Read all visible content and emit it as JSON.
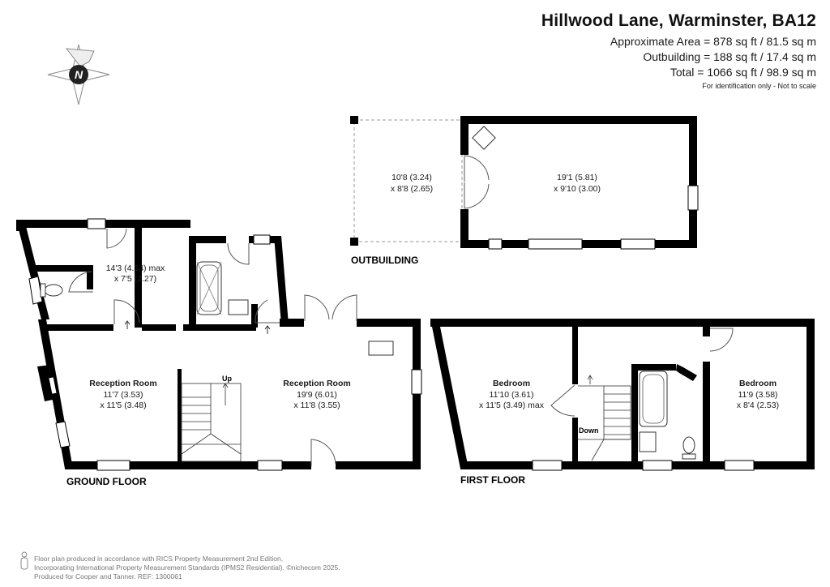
{
  "header": {
    "title": "Hillwood Lane, Warminster, BA12",
    "area_approx": "Approximate Area = 878 sq ft / 81.5 sq m",
    "area_outbuilding": "Outbuilding = 188 sq ft / 17.4 sq m",
    "area_total": "Total = 1066 sq ft / 98.9 sq m",
    "disclaimer": "For identification only - Not to scale"
  },
  "compass": {
    "letter": "N",
    "icon": "compass-icon"
  },
  "outbuilding": {
    "label": "OUTBUILDING",
    "left_dim_1": "10'8 (3.24)",
    "left_dim_2": "x 8'8 (2.65)",
    "main_dim_1": "19'1 (5.81)",
    "main_dim_2": "x 9'10 (3.00)"
  },
  "ground_floor": {
    "label": "GROUND FLOOR",
    "utility_dim_1": "14'3 (4.34) max",
    "utility_dim_2": "x 7'5 (2.27)",
    "reception1_name": "Reception Room",
    "reception1_dim_1": "11'7 (3.53)",
    "reception1_dim_2": "x 11'5 (3.48)",
    "reception2_name": "Reception Room",
    "reception2_dim_1": "19'9 (6.01)",
    "reception2_dim_2": "x 11'8 (3.55)",
    "stairs_label": "Up"
  },
  "first_floor": {
    "label": "FIRST FLOOR",
    "bedroom1_name": "Bedroom",
    "bedroom1_dim_1": "11'10 (3.61)",
    "bedroom1_dim_2": "x 11'5 (3.49) max",
    "bedroom2_name": "Bedroom",
    "bedroom2_dim_1": "11'9 (3.58)",
    "bedroom2_dim_2": "x 8'4 (2.53)",
    "stairs_label": "Down"
  },
  "footer": {
    "line1": "Floor plan produced in accordance with RICS Property Measurement 2nd Edition,",
    "line2": "Incorporating International Property Measurement Standards (IPMS2 Residential).  ©nichecom 2025.",
    "line3": "Produced for Cooper and Tanner.   REF: 1300061"
  }
}
